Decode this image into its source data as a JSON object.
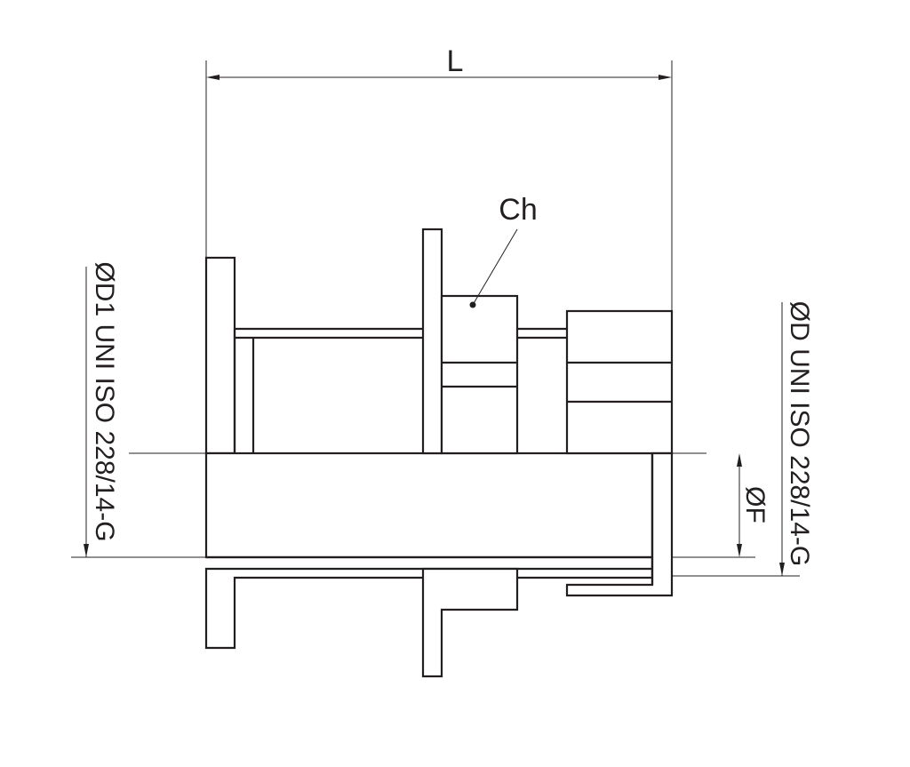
{
  "drawing": {
    "type": "technical-section-drawing",
    "line_color": "#231f20",
    "background": "#ffffff"
  },
  "labels": {
    "length": "L",
    "wrench": "Ch",
    "d1_thread": "ØD1 UNI ISO 228/14-G",
    "d_thread": "ØD UNI ISO 228/14-G",
    "bore": "ØF"
  }
}
